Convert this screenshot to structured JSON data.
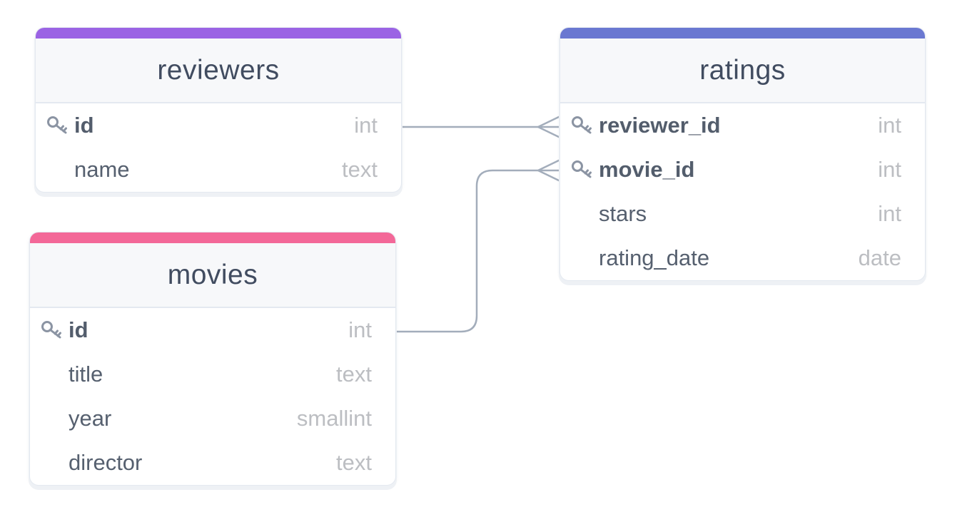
{
  "colors": {
    "reviewers_accent": "#9b63e4",
    "ratings_accent": "#6a78d1",
    "movies_accent": "#f36898",
    "connector": "#a3adbb",
    "header_background": "#f7f8fa",
    "title_text": "#414c60",
    "column_text": "#56606f",
    "type_text": "#bcbec2"
  },
  "tables": {
    "reviewers": {
      "title": "reviewers",
      "columns": [
        {
          "name": "id",
          "type": "int",
          "primary_key": true
        },
        {
          "name": "name",
          "type": "text",
          "primary_key": false
        }
      ]
    },
    "ratings": {
      "title": "ratings",
      "columns": [
        {
          "name": "reviewer_id",
          "type": "int",
          "primary_key": true
        },
        {
          "name": "movie_id",
          "type": "int",
          "primary_key": true
        },
        {
          "name": "stars",
          "type": "int",
          "primary_key": false
        },
        {
          "name": "rating_date",
          "type": "date",
          "primary_key": false
        }
      ]
    },
    "movies": {
      "title": "movies",
      "columns": [
        {
          "name": "id",
          "type": "int",
          "primary_key": true
        },
        {
          "name": "title",
          "type": "text",
          "primary_key": false
        },
        {
          "name": "year",
          "type": "smallint",
          "primary_key": false
        },
        {
          "name": "director",
          "type": "text",
          "primary_key": false
        }
      ]
    }
  },
  "relationships": [
    {
      "from": "reviewers.id",
      "to": "ratings.reviewer_id",
      "cardinality": "one-to-many"
    },
    {
      "from": "movies.id",
      "to": "ratings.movie_id",
      "cardinality": "one-to-many"
    }
  ],
  "icons": {
    "primary_key": "key-icon"
  }
}
